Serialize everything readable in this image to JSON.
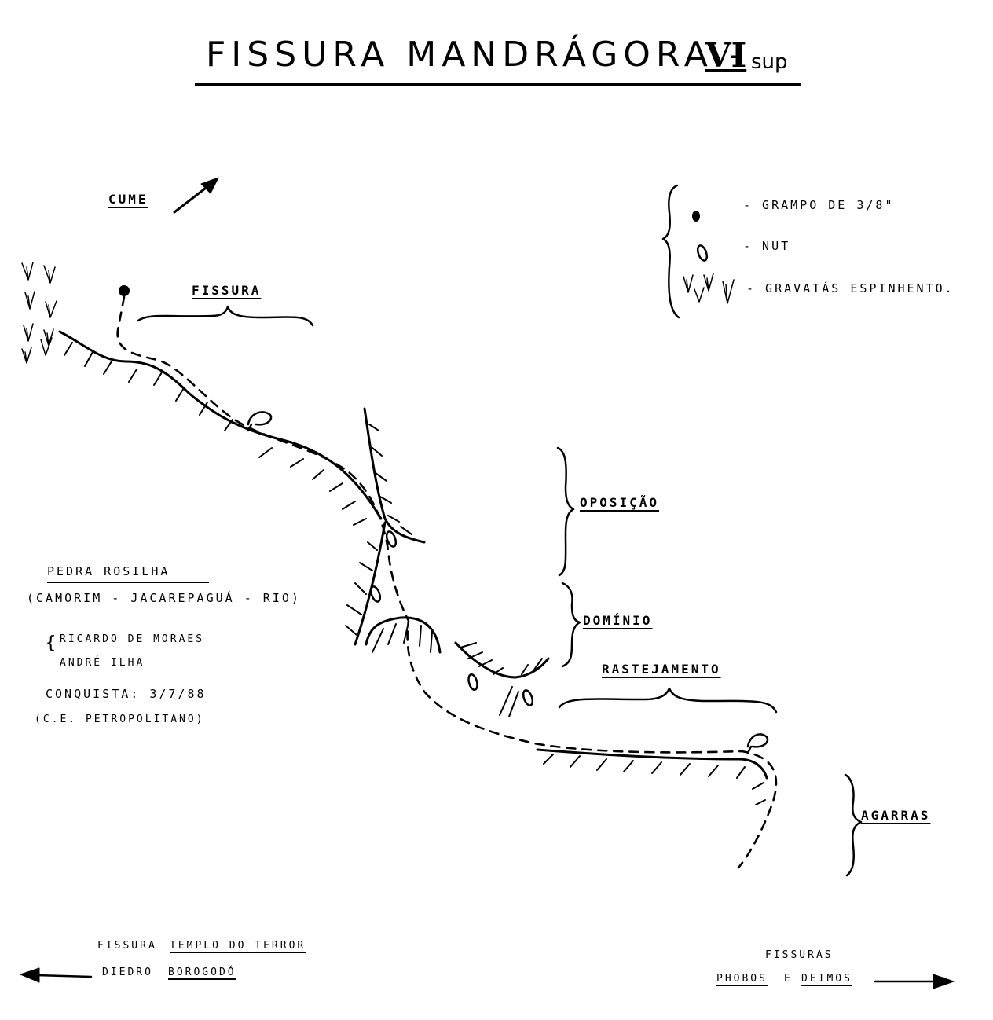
{
  "title": {
    "main": "FISSURA MANDRÁGORA -",
    "grade": "VI",
    "grade_suffix": "sup"
  },
  "summit": "CUME",
  "legend": {
    "bolt": "- GRAMPO DE 3/8\"",
    "nut": "- NUT",
    "bromeliad": "- GRAVATÁS ESPINHENTO."
  },
  "sections": {
    "fissura": "FISSURA",
    "oposicao": "OPOSIÇÃO",
    "dominio": "DOMÍNIO",
    "rastejamento": "RASTEJAMENTO",
    "agarras": "AGARRAS"
  },
  "info": {
    "location": "PEDRA ROSILHA",
    "region": "(CAMORIM - JACAREPAGUÁ - RIO)",
    "climber_1": "RICARDO DE MORAES",
    "climber_2": "ANDRÉ ILHA",
    "first_ascent": "CONQUISTA: 3/7/88",
    "club": "(C.E. PETROPOLITANO)"
  },
  "left_routes": {
    "route_1_prefix": "FISSURA",
    "route_1_name": "TEMPLO DO TERROR",
    "route_2_prefix": "DIEDRO",
    "route_2_name": "BOROGODÓ"
  },
  "right_routes": {
    "prefix": "FISSURAS",
    "name_1": "PHOBOS",
    "conj": "E",
    "name_2": "DEIMOS"
  }
}
